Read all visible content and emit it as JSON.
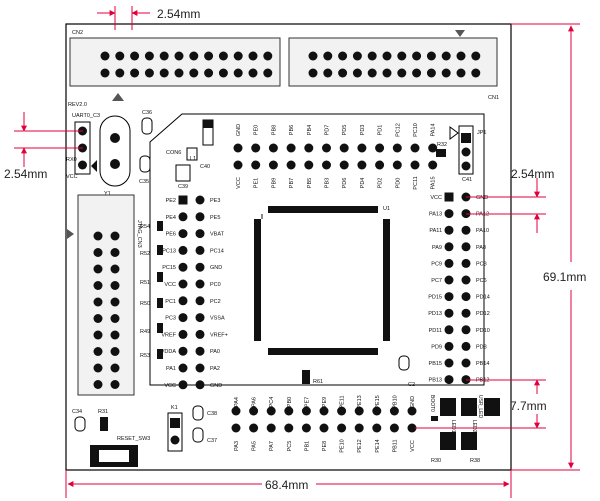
{
  "dimensions": {
    "pitch_top": "2.54mm",
    "pitch_left": "2.54mm",
    "pitch_right": "2.54mm",
    "height": "69.1mm",
    "width": "68.4mm",
    "offset": "7.7mm"
  },
  "labels": {
    "cn2": "CN2",
    "cn1": "CN1",
    "rev": "REV2.0",
    "uart": "UART0_C3",
    "rx": "RX0",
    "vcc_j": "VCC",
    "y1": "Y1",
    "c35": "C35",
    "c36": "C36",
    "c39": "C39",
    "c40": "C40",
    "l1": "L1",
    "con6": "CON6",
    "jtag": "JTAG_CN3",
    "r32": "R32",
    "jp1": "JP1",
    "c41": "C41",
    "u1": "U1",
    "r54": "R54",
    "r52": "R52",
    "r51": "R51",
    "r50": "R50",
    "r49": "R49",
    "r53": "R53",
    "c34": "C34",
    "r31": "R31",
    "reset": "RESET_SW3",
    "k1": "K1",
    "c38": "C38",
    "c37": "C37",
    "c2": "C2",
    "r61": "R61",
    "r30": "R30",
    "r38": "R38",
    "boot0": "BOOT0",
    "usr_led": "USR_LED",
    "led1": "LED1",
    "led2": "LED2"
  },
  "headers": {
    "top_row_a": [
      "GND",
      "PE0",
      "PB8",
      "PB6",
      "PB4",
      "PD7",
      "PD5",
      "PD3",
      "PD1",
      "PC12",
      "PC10",
      "PA14"
    ],
    "top_row_b": [
      "VCC",
      "PE1",
      "PB9",
      "PB7",
      "PB5",
      "PB3",
      "PD6",
      "PD4",
      "PD2",
      "PD0",
      "PC11",
      "PA15"
    ],
    "left_a": [
      "PE2",
      "PE4",
      "PE6",
      "PC13",
      "PC15",
      "VCC",
      "PC1",
      "PC3",
      "VREF",
      "VDDA",
      "PA1",
      "VCC"
    ],
    "left_b": [
      "PE3",
      "PE5",
      "VBAT",
      "PC14",
      "GND",
      "PC0",
      "PC2",
      "VSSA",
      "VREF+",
      "PA0",
      "PA2",
      "GND"
    ],
    "right_a": [
      "VCC",
      "PA13",
      "PA11",
      "PA9",
      "PC9",
      "PC7",
      "PD15",
      "PD13",
      "PD11",
      "PD9",
      "PB15",
      "PB13"
    ],
    "right_b": [
      "GND",
      "PA12",
      "PA10",
      "PA8",
      "PC8",
      "PC6",
      "PD14",
      "PD12",
      "PD10",
      "PD8",
      "PB14",
      "PB12"
    ],
    "bottom_a": [
      "PA4",
      "PA6",
      "PC4",
      "PB0",
      "PE7",
      "PE9",
      "PE11",
      "PE13",
      "PE15",
      "PB10",
      "GND",
      ""
    ],
    "bottom_b": [
      "PA3",
      "PA5",
      "PA7",
      "PC5",
      "PB1",
      "PE8",
      "PE10",
      "PE12",
      "PE14",
      "PB11",
      "VCC",
      ""
    ]
  }
}
